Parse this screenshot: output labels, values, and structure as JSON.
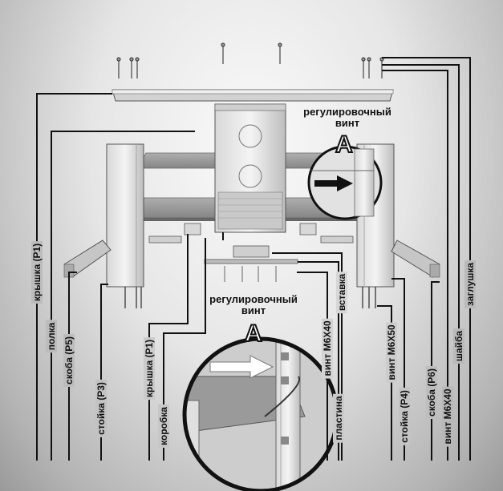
{
  "callouts": {
    "top_adjust_line1": "регулировочный",
    "top_adjust_line2": "винт",
    "bottom_adjust_line1": "регулировочный",
    "bottom_adjust_line2": "винт",
    "detail_letter_top": "A",
    "detail_letter_bottom": "A"
  },
  "labels": {
    "cover_left": "крышка (Р1)",
    "shelf": "полка",
    "bracket_p5": "скоба (Р5)",
    "post_p3": "стойка (Р3)",
    "cover_center": "крышка (Р1)",
    "box": "коробка",
    "screw_m6x40_center": "винт M6X40",
    "plate": "пластина",
    "insert": "вставка",
    "screw_m6x50": "винт M6X50",
    "post_p4": "стойка (Р4)",
    "bracket_p6": "скоба (Р6)",
    "screw_m6x40_right": "винт M6X40",
    "washer": "шайба",
    "plug": "заглушка"
  }
}
